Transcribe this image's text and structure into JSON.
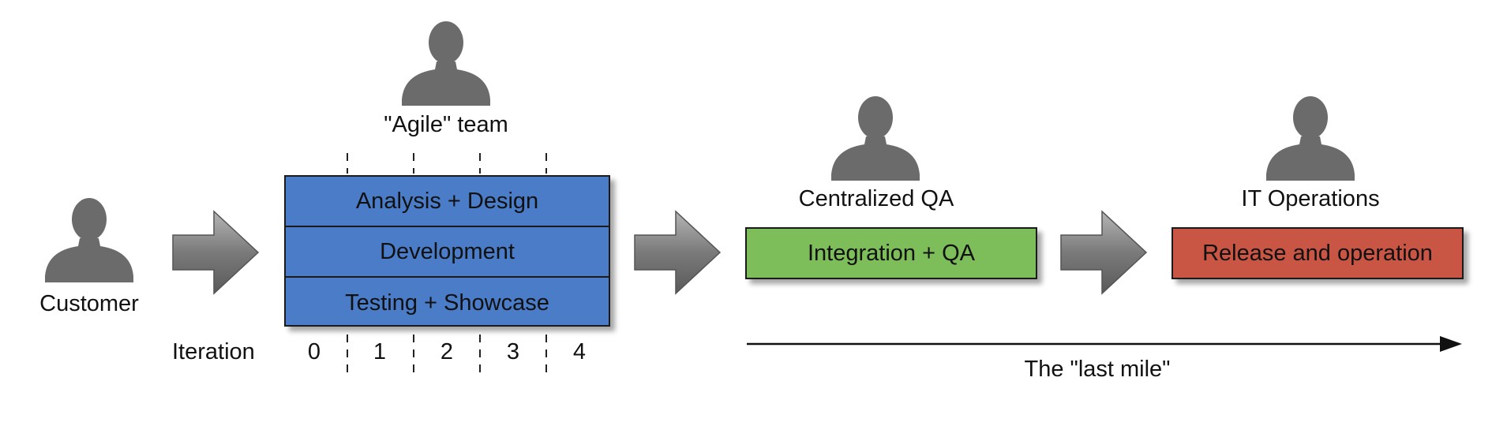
{
  "people": {
    "customer": "Customer",
    "agile_team": "\"Agile\" team",
    "qa": "Centralized QA",
    "ops": "IT Operations"
  },
  "agile_box": {
    "rows": [
      "Analysis + Design",
      "Development",
      "Testing + Showcase"
    ],
    "color": "#4a7cc8"
  },
  "iteration": {
    "label": "Iteration",
    "numbers": [
      "0",
      "1",
      "2",
      "3",
      "4"
    ]
  },
  "qa_box": {
    "label": "Integration + QA",
    "color": "#7dbd5a"
  },
  "ops_box": {
    "label": "Release and operation",
    "color": "#c95644"
  },
  "last_mile": "The \"last mile\"",
  "colors": {
    "person": "#6b6b6b",
    "arrow_fill": "#8c8c8c"
  },
  "icons": [
    "person-icon",
    "flow-arrow-icon"
  ]
}
